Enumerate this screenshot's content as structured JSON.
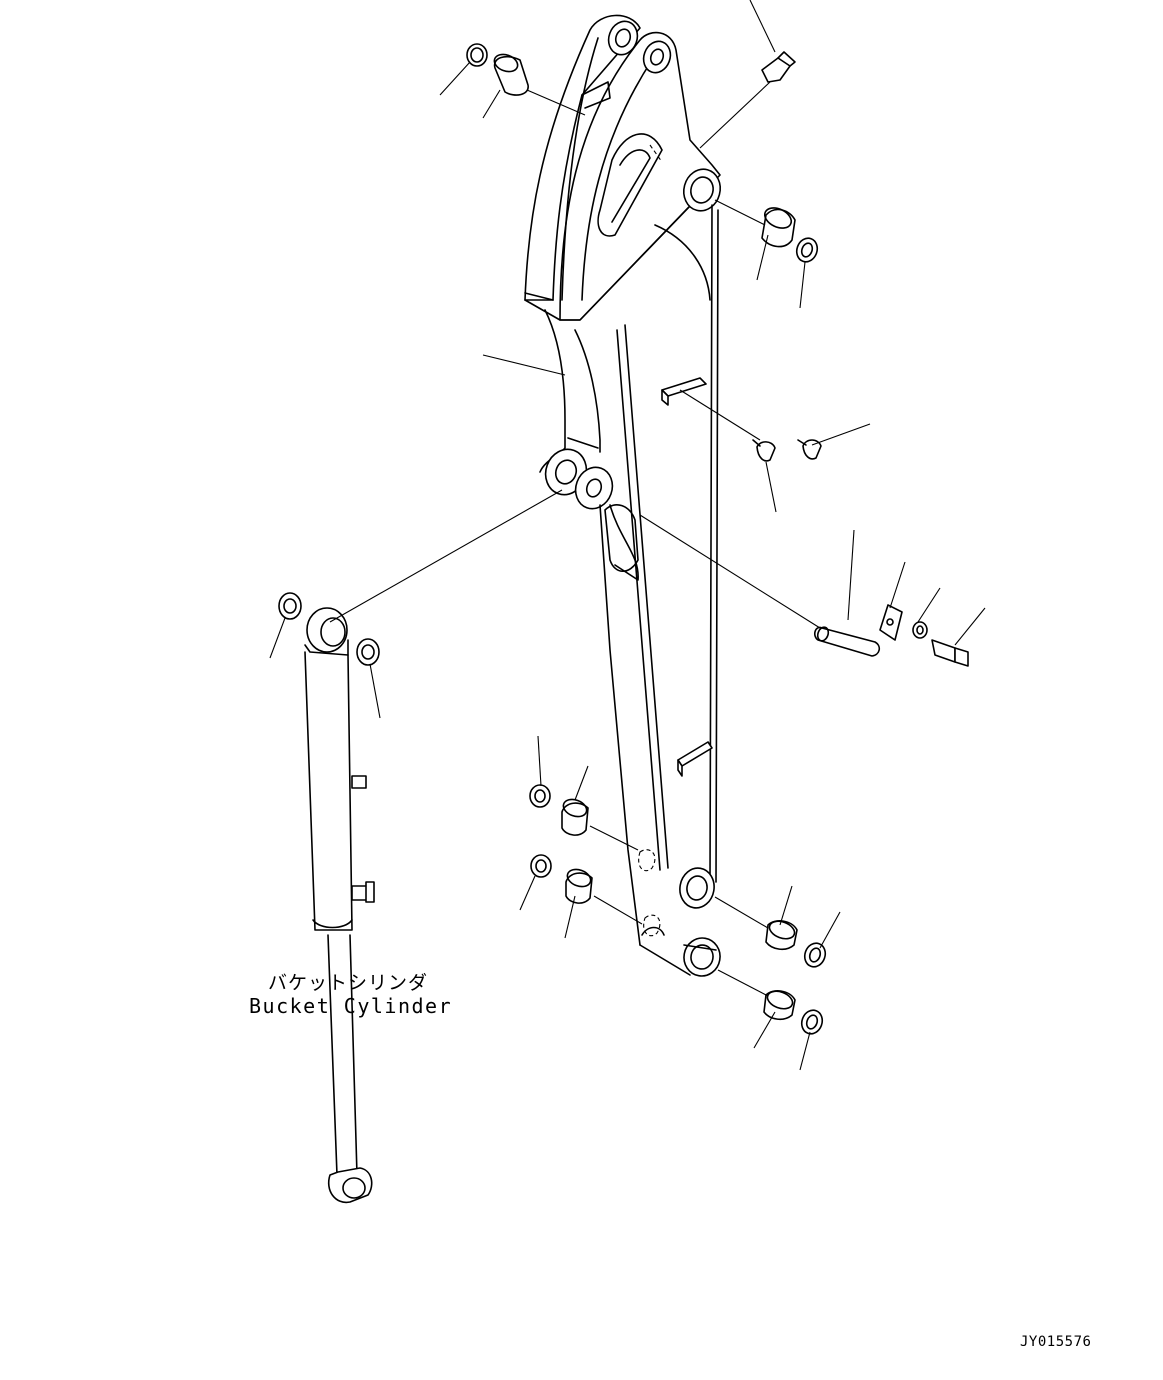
{
  "callout": {
    "name_jp": "バケットシリンダ",
    "name_en": "Bucket Cylinder"
  },
  "drawing_code": "JY015576"
}
